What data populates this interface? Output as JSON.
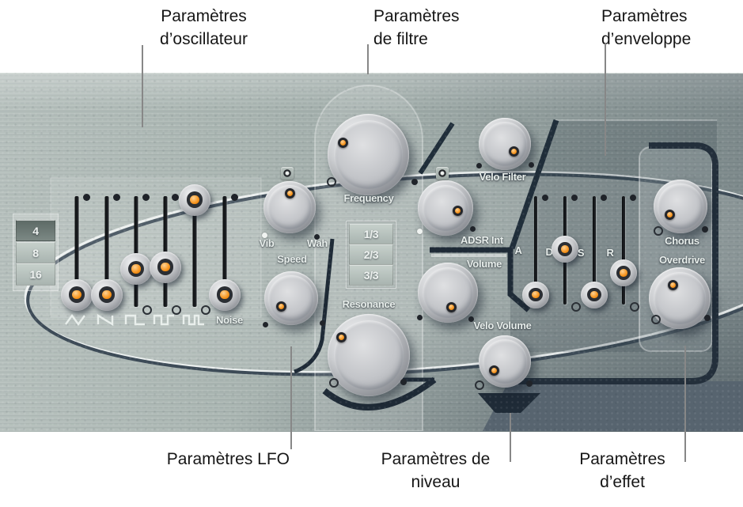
{
  "callouts": {
    "oscillator": {
      "lines": [
        "Paramètres",
        "d’oscillateur"
      ]
    },
    "filter": {
      "lines": [
        "Paramètres",
        "de filtre"
      ]
    },
    "envelope": {
      "lines": [
        "Paramètres",
        "d’enveloppe"
      ]
    },
    "lfo": {
      "lines": [
        "Paramètres LFO"
      ]
    },
    "level": {
      "lines": [
        "Paramètres de",
        "niveau"
      ]
    },
    "effect": {
      "lines": [
        "Paramètres",
        "d’effet"
      ]
    }
  },
  "oscillator": {
    "octave_buttons": [
      {
        "label": "4",
        "selected": true
      },
      {
        "label": "8",
        "selected": false
      },
      {
        "label": "16",
        "selected": false
      }
    ],
    "mix_sliders": [
      {
        "name": "triangle",
        "value": 0.02
      },
      {
        "name": "sawtooth",
        "value": 0.02
      },
      {
        "name": "square",
        "value": 0.28
      },
      {
        "name": "pulse-wide",
        "value": 0.3
      },
      {
        "name": "pulse-narrow",
        "value": 0.98
      },
      {
        "name": "noise",
        "value": 0.02
      }
    ],
    "noise_label": "Noise"
  },
  "lfo": {
    "vib_label": "Vib",
    "wah_label": "Wah",
    "speed_label": "Speed",
    "vib_wah_knob_angle": 3,
    "speed_knob_angle": -128
  },
  "filter": {
    "frequency_label": "Frequency",
    "resonance_label": "Resonance",
    "frequency_knob_angle": -65,
    "resonance_knob_angle": -57,
    "key_buttons": [
      "1/3",
      "2/3",
      "3/3"
    ],
    "adsr_int_label": "ADSR Int",
    "adsr_int_knob_angle": 104,
    "velo_filter_label": "Velo Filter",
    "velo_filter_knob_angle": 130
  },
  "level": {
    "volume_label": "Volume",
    "volume_knob_angle": 165,
    "velo_volume_label": "Velo Volume",
    "velo_volume_knob_angle": -130
  },
  "envelope": {
    "sliders": [
      {
        "label": "A",
        "value": 0.02
      },
      {
        "label": "D",
        "value": 0.48
      },
      {
        "label": "S",
        "value": 0.02
      },
      {
        "label": "R",
        "value": 0.24
      }
    ]
  },
  "effects": {
    "chorus_label": "Chorus",
    "chorus_knob_angle": -130,
    "overdrive_label": "Overdrive",
    "overdrive_knob_angle": -29
  },
  "colors": {
    "accent_orange": "#f7941d",
    "panel_base": "#a7b3af",
    "dark_accent": "#202e3a",
    "callout_line": "#878787"
  }
}
